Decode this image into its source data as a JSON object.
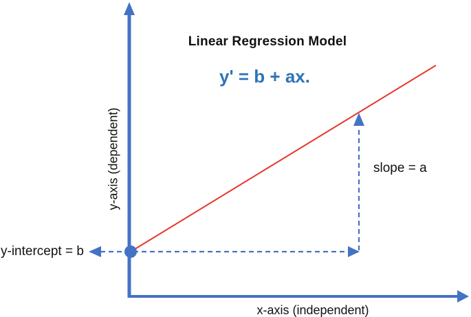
{
  "diagram": {
    "title": "Linear Regression Model",
    "equation": "y' = b + ax.",
    "labels": {
      "y_axis": "y-axis (dependent)",
      "x_axis": "x-axis (independent)",
      "y_intercept": "y-intercept = b",
      "slope": "slope = a"
    },
    "colors": {
      "axis_blue": "#4472C4",
      "equation_blue": "#2E74B5",
      "regression_red": "#E8362D",
      "text_ink": "#111111",
      "background": "#FFFFFF"
    }
  }
}
